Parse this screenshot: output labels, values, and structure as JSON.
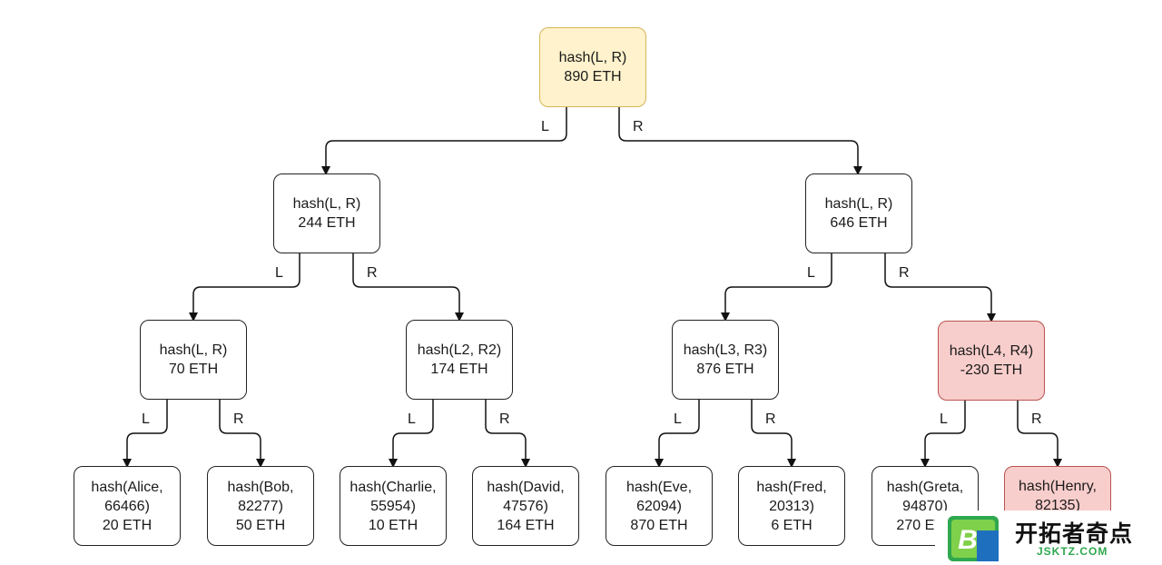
{
  "colors": {
    "root_fill": "#fff2cc",
    "root_border": "#d6b656",
    "highlight_fill": "#f8cecc",
    "highlight_border": "#b85450",
    "default_fill": "#ffffff",
    "default_border": "#222222"
  },
  "tree": {
    "root": {
      "line1": "hash(L, R)",
      "line2": "890 ETH"
    },
    "level1": [
      {
        "line1": "hash(L, R)",
        "line2": "244 ETH"
      },
      {
        "line1": "hash(L, R)",
        "line2": "646 ETH"
      }
    ],
    "level2": [
      {
        "line1": "hash(L, R)",
        "line2": "70 ETH"
      },
      {
        "line1": "hash(L2, R2)",
        "line2": "174 ETH"
      },
      {
        "line1": "hash(L3, R3)",
        "line2": "876 ETH"
      },
      {
        "line1": "hash(L4, R4)",
        "line2": "-230 ETH"
      }
    ],
    "leaves": [
      {
        "line1": "hash(Alice,",
        "line2": "66466)",
        "line3": "20 ETH"
      },
      {
        "line1": "hash(Bob,",
        "line2": "82277)",
        "line3": "50 ETH"
      },
      {
        "line1": "hash(Charlie,",
        "line2": "55954)",
        "line3": "10 ETH"
      },
      {
        "line1": "hash(David,",
        "line2": "47576)",
        "line3": "164 ETH"
      },
      {
        "line1": "hash(Eve,",
        "line2": "62094)",
        "line3": "870 ETH"
      },
      {
        "line1": "hash(Fred,",
        "line2": "20313)",
        "line3": "6 ETH"
      },
      {
        "line1": "hash(Greta,",
        "line2": "94870)",
        "line3": "270 ETH"
      },
      {
        "line1": "hash(Henry,",
        "line2": "82135)",
        "line3": ""
      }
    ]
  },
  "edge_labels": {
    "left": "L",
    "right": "R"
  },
  "watermark": {
    "logo_letter": "B",
    "title": "开拓者奇点",
    "subtitle": "JSKTZ.COM"
  }
}
